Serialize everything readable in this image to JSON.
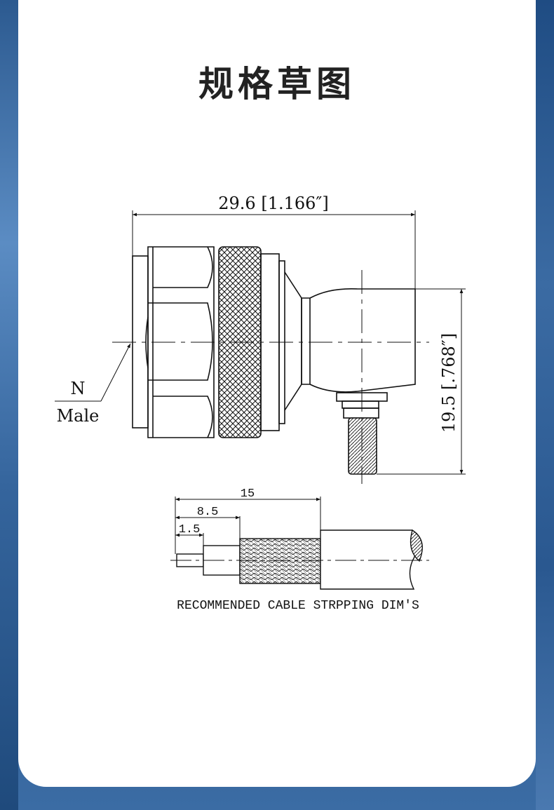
{
  "page": {
    "title": "规格草图"
  },
  "drawing": {
    "connector_type_line1": "N",
    "connector_type_line2": "Male",
    "overall_length": "29.6 [1.166″]",
    "height": "19.5 [.768″]"
  },
  "stripping": {
    "dim_total": "15",
    "dim_braid": "8.5",
    "dim_pin": "1.5",
    "caption": "RECOMMENDED CABLE STRPPING DIM'S"
  },
  "colors": {
    "line": "#111111",
    "background_blue": "#3b6ca4",
    "card": "#ffffff"
  }
}
